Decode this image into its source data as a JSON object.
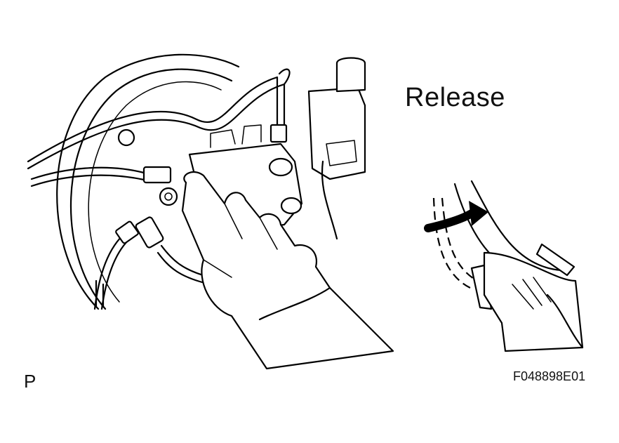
{
  "labels": {
    "release": "Release",
    "view": "P",
    "figure_code": "F048898E01"
  },
  "colors": {
    "ink": "#000000",
    "background": "#ffffff"
  },
  "icons": {
    "release_arrow": "curved-arrow-right",
    "brake_pedal": "brake-pedal-with-foot"
  }
}
